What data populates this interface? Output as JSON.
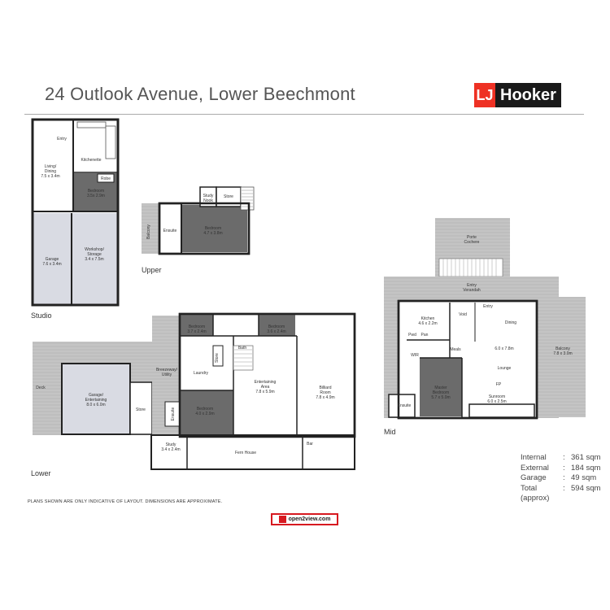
{
  "title": "24 Outlook Avenue, Lower Beechmont",
  "brand": {
    "mark": "LJ",
    "name": "Hooker",
    "mark_color": "#ee3124",
    "name_bg": "#1a1a1a"
  },
  "sections": {
    "studio": "Studio",
    "upper": "Upper",
    "lower": "Lower",
    "mid": "Mid"
  },
  "rooms": {
    "studio_entry": "Entry",
    "studio_living": "Living/",
    "studio_living2": "Dining",
    "studio_living3": "7.5 x 3.4m",
    "studio_kitchenette": "Kitchenette",
    "studio_robe": "Robe",
    "studio_bed": "Bedroom",
    "studio_bed2": "3.5x 2.9m",
    "studio_garage": "Garage",
    "studio_garage2": "7.6 x 3.4m",
    "studio_workshop": "Workshop/",
    "studio_workshop2": "Storage",
    "studio_workshop3": "3.4 x 7.5m",
    "upper_balcony": "Balcony",
    "upper_ensuite": "Ensuite",
    "upper_study": "Study",
    "upper_study2": "Nook",
    "upper_store": "Store",
    "upper_bed": "Bedroom",
    "upper_bed2": "4.7 x 3.8m",
    "lower_deck": "Deck",
    "lower_garage": "Garage/",
    "lower_garage2": "Entertaining",
    "lower_garage3": "8.0 x 6.0m",
    "lower_store": "Store",
    "lower_breeze": "Breezeway/",
    "lower_breeze2": "Utility",
    "lower_bed1": "Bedroom",
    "lower_bed1b": "3.7 x 2.4m",
    "lower_bath": "Bath",
    "lower_bed2": "Bedroom",
    "lower_bed2b": "3.6 x 2.4m",
    "lower_laundry": "Laundry",
    "lower_store2": "Store",
    "lower_bed3": "Bedroom",
    "lower_bed3b": "4.0 x 2.9m",
    "lower_ensuite": "Ensuite",
    "lower_ent": "Entertaining",
    "lower_ent2": "Area",
    "lower_ent3": "7.8 x 5.9m",
    "lower_billiard": "Billiard",
    "lower_billiard2": "Room",
    "lower_billiard3": "7.8 x 4.9m",
    "lower_study": "Study",
    "lower_study2": "3.4 x 2.4m",
    "lower_fern": "Fern House",
    "lower_bar": "Bar",
    "mid_porte": "Porte",
    "mid_porte2": "Cochere",
    "mid_verandah": "Entry",
    "mid_verandah2": "Verandah",
    "mid_entry": "Entry",
    "mid_kitchen": "Kitchen",
    "mid_kitchen2": "4.6 x 2.2m",
    "mid_void": "Void",
    "mid_pwd": "Pwd",
    "mid_pan": "Pan",
    "mid_dining": "Dining",
    "mid_meals": "Meals",
    "mid_size": "6.0 x 7.8m",
    "mid_wir": "WIR",
    "mid_lounge": "Lounge",
    "mid_balcony": "Balcony",
    "mid_balcony2": "7.8 x 3.0m",
    "mid_master": "Master",
    "mid_master2": "Bedroom",
    "mid_master3": "5.7 x 5.0m",
    "mid_fp": "FP",
    "mid_ensuite": "Ensuite",
    "mid_sunroom": "Sunroom",
    "mid_sunroom2": "6.0 x 2.5m"
  },
  "areas": [
    {
      "key": "Internal",
      "value": "361 sqm"
    },
    {
      "key": "External",
      "value": "184 sqm"
    },
    {
      "key": "Garage",
      "value": "49 sqm"
    },
    {
      "key": "Total",
      "value": "594 sqm"
    }
  ],
  "areas_note": "(approx)",
  "disclaimer": "PLANS SHOWN ARE ONLY INDICATIVE OF LAYOUT.  DIMENSIONS ARE APPROXIMATE.",
  "badge": "open2view.com",
  "colors": {
    "wall": "#222222",
    "bedroom": "#6b6b6b",
    "outdoor": "#bcbcbc",
    "garage": "#d9dbe3",
    "accent": "#d71920"
  }
}
